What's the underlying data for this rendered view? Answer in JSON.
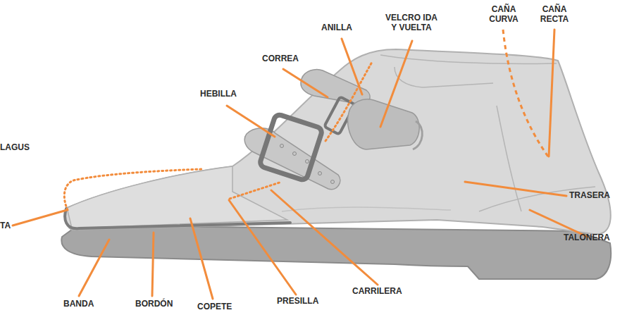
{
  "diagram": {
    "labels": [
      "ANILLA",
      "VELCRO IDA Y VUELTA",
      "CAÑA CURVA",
      "CAÑA RECTA",
      "CORREA",
      "HEBILLA",
      "LAGUS",
      "TRASERA",
      "TA",
      "TALONERA",
      "BANDA",
      "BORDÓN",
      "COPETE",
      "PRESILLA",
      "CARRILERA"
    ]
  }
}
